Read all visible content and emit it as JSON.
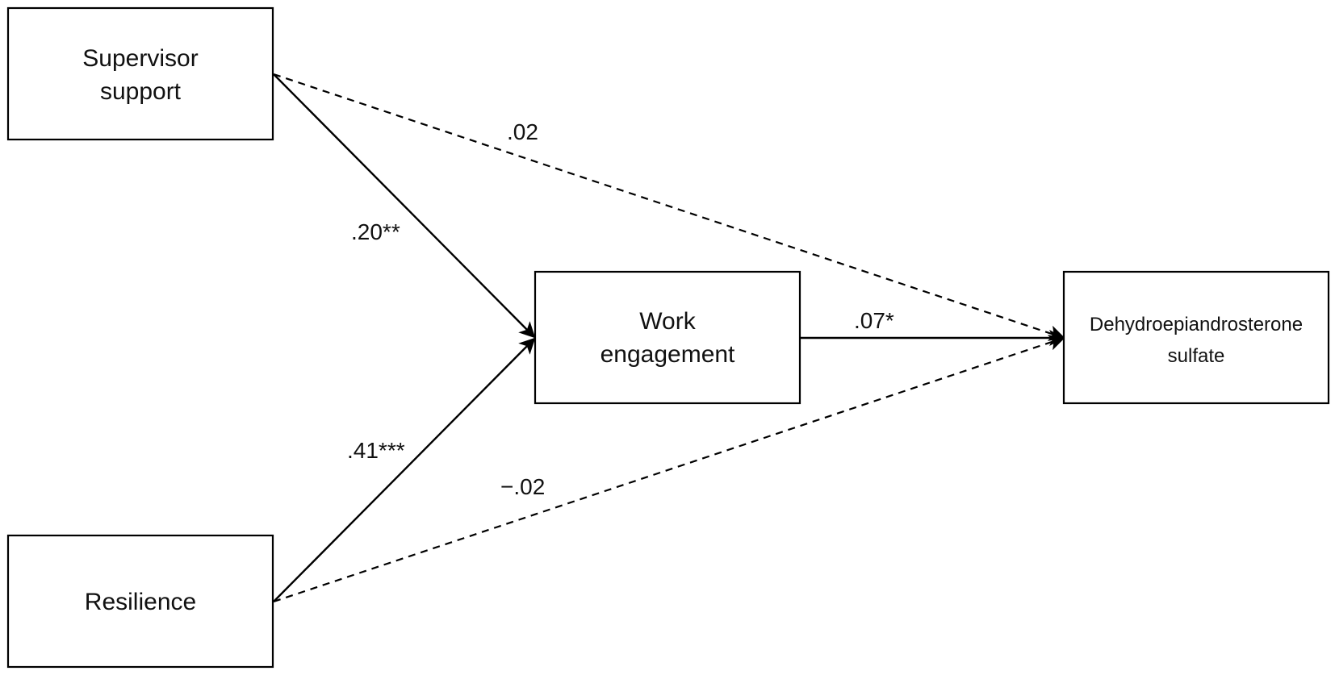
{
  "nodes": {
    "supervisor_support": {
      "line1": "Supervisor",
      "line2": "support"
    },
    "resilience": {
      "line1": "Resilience"
    },
    "work_engagement": {
      "line1": "Work",
      "line2": "engagement"
    },
    "dhea_s": {
      "line1": "Dehydroepiandrosterone",
      "line2": "sulfate"
    }
  },
  "edges": {
    "supervisor_to_engagement": {
      "label": ".20**",
      "style": "solid"
    },
    "resilience_to_engagement": {
      "label": ".41***",
      "style": "solid"
    },
    "engagement_to_dhea": {
      "label": ".07*",
      "style": "solid"
    },
    "supervisor_to_dhea": {
      "label": ".02",
      "style": "dashed"
    },
    "resilience_to_dhea": {
      "label": "−.02",
      "style": "dashed"
    }
  },
  "colors": {
    "stroke": "#000000",
    "background": "#ffffff"
  }
}
